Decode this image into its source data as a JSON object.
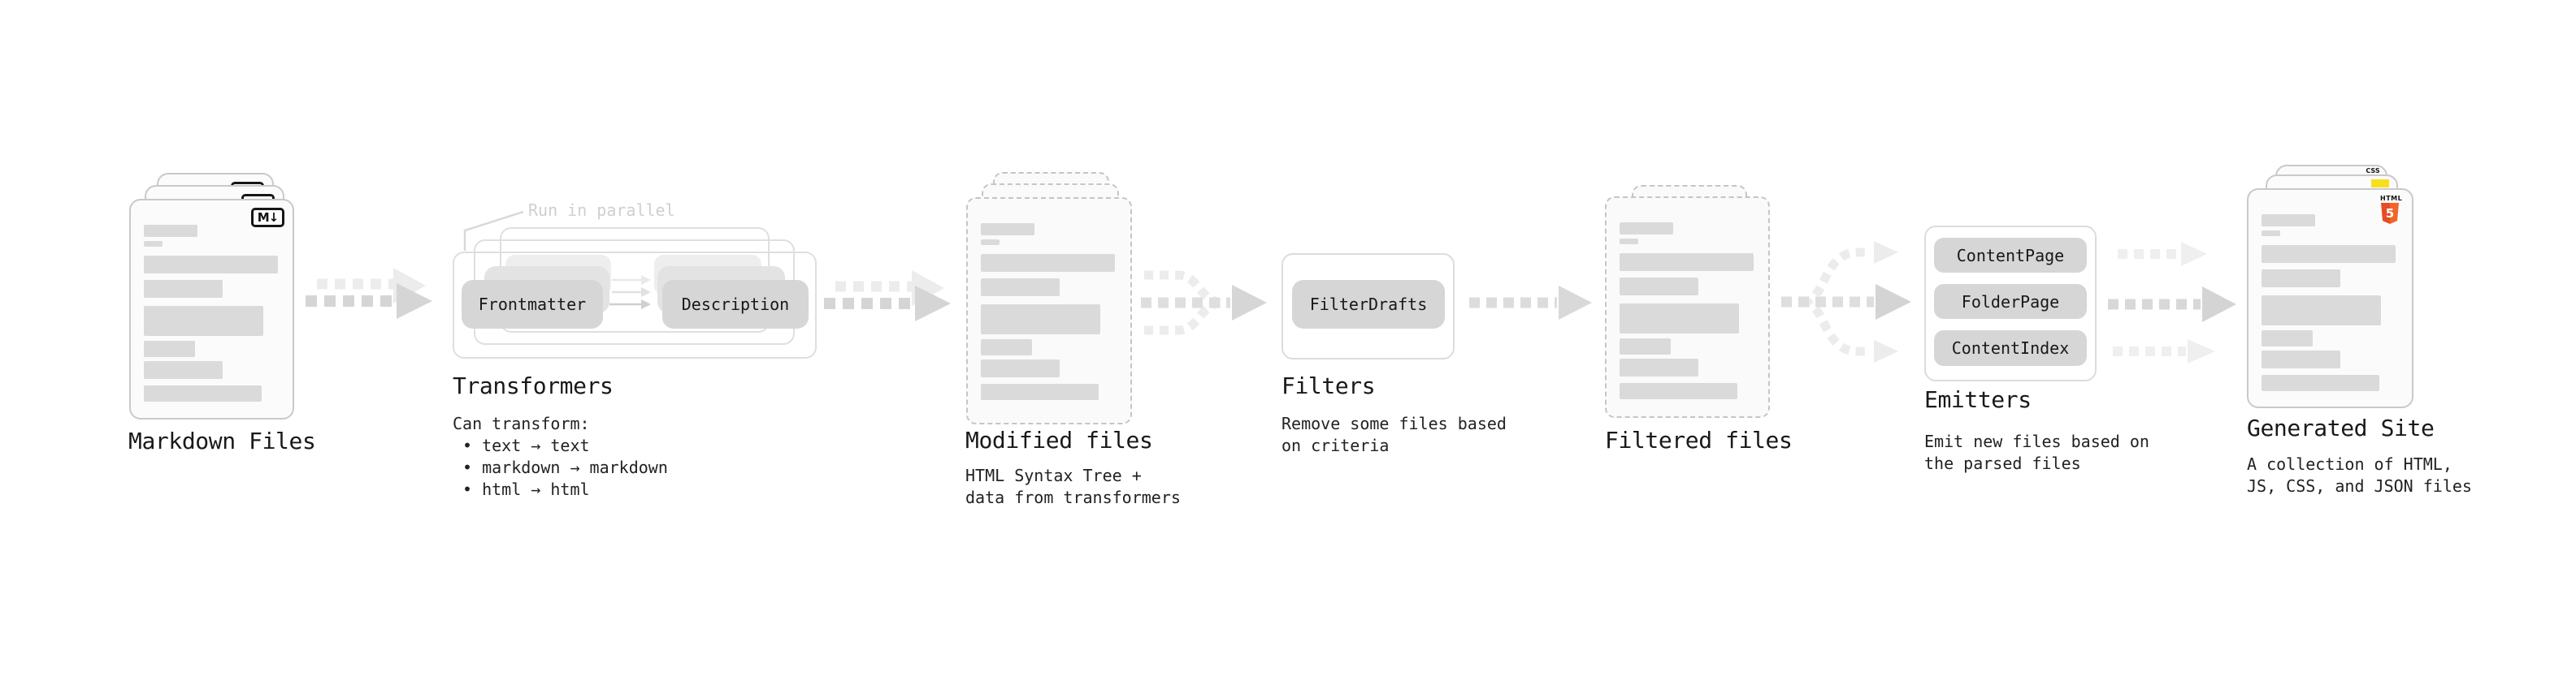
{
  "stages": {
    "markdown_files": {
      "label": "Markdown Files",
      "icon_text": "M↓"
    },
    "transformers": {
      "label": "Transformers",
      "annotation": "Run in parallel",
      "chips": [
        "Frontmatter",
        "Description"
      ],
      "desc_intro": "Can transform:",
      "bullets": [
        "• text → text",
        "• markdown → markdown",
        "• html → html"
      ]
    },
    "modified_files": {
      "label": "Modified files",
      "desc": "HTML Syntax Tree +\ndata from transformers"
    },
    "filters": {
      "label": "Filters",
      "chips": [
        "FilterDrafts"
      ],
      "desc": "Remove some files based\non criteria"
    },
    "filtered_files": {
      "label": "Filtered files"
    },
    "emitters": {
      "label": "Emitters",
      "chips": [
        "ContentPage",
        "FolderPage",
        "ContentIndex"
      ],
      "desc": "Emit new files based on\nthe parsed files"
    },
    "generated_site": {
      "label": "Generated Site",
      "desc": "A collection of HTML,\nJS, CSS, and JSON files",
      "badges": {
        "css_label": "CSS",
        "html_label": "HTML",
        "html_number": "5"
      }
    }
  },
  "colors": {
    "html5_orange": "#e44d26",
    "html5_orange_light": "#f16529",
    "js_yellow": "#f7df1e",
    "css_blue": "#2965f1",
    "chip_gray": "#d6d6d6",
    "arrow_gray": "#d5d5d5",
    "ghost_gray": "#ececec"
  }
}
